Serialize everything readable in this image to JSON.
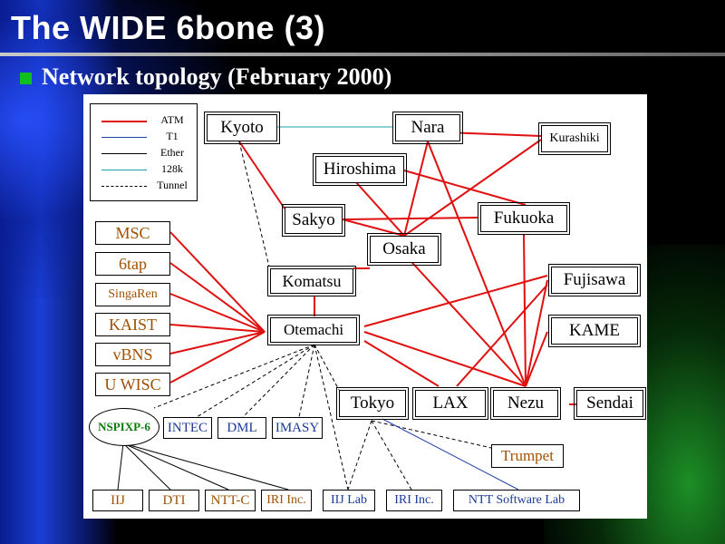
{
  "slide": {
    "title": "The WIDE 6bone (3)",
    "subtitle": "Network topology (February 2000)"
  },
  "legend": [
    {
      "label": "ATM",
      "color": "#e01010",
      "style": "solid-thick"
    },
    {
      "label": "T1",
      "color": "#2244aa",
      "style": "solid"
    },
    {
      "label": "Ether",
      "color": "#000000",
      "style": "solid"
    },
    {
      "label": "128k",
      "color": "#20a0a0",
      "style": "solid"
    },
    {
      "label": "Tunnel",
      "color": "#000000",
      "style": "dashed"
    }
  ],
  "nodes": {
    "kyoto": "Kyoto",
    "nara": "Nara",
    "kurashiki": "Kurashiki",
    "hiroshima": "Hiroshima",
    "sakyo": "Sakyo",
    "fukuoka": "Fukuoka",
    "osaka": "Osaka",
    "komatsu": "Komatsu",
    "fujisawa": "Fujisawa",
    "otemachi": "Otemachi",
    "kame": "KAME",
    "msc": "MSC",
    "6tap": "6tap",
    "singaren": "SingaRen",
    "kaist": "KAIST",
    "vbns": "vBNS",
    "uwisc": "U WISC",
    "tokyo": "Tokyo",
    "lax": "LAX",
    "nezu": "Nezu",
    "sendai": "Sendai",
    "nspixp6": "NSPIXP-6",
    "intec": "INTEC",
    "dml": "DML",
    "imasy": "IMASY",
    "trumpet": "Trumpet",
    "iij": "IIJ",
    "dti": "DTI",
    "nttc": "NTT-C",
    "iri1": "IRI Inc.",
    "iijlab": "IIJ Lab",
    "iri2": "IRI Inc.",
    "nttsw": "NTT Software Lab"
  },
  "colors": {
    "atm": "#e01010",
    "t1": "#2244aa",
    "k128": "#20a0a0",
    "ether": "#000000",
    "node_brown": "#a05000",
    "node_blue": "#1a3a9a",
    "node_green": "#0a7a0a"
  }
}
